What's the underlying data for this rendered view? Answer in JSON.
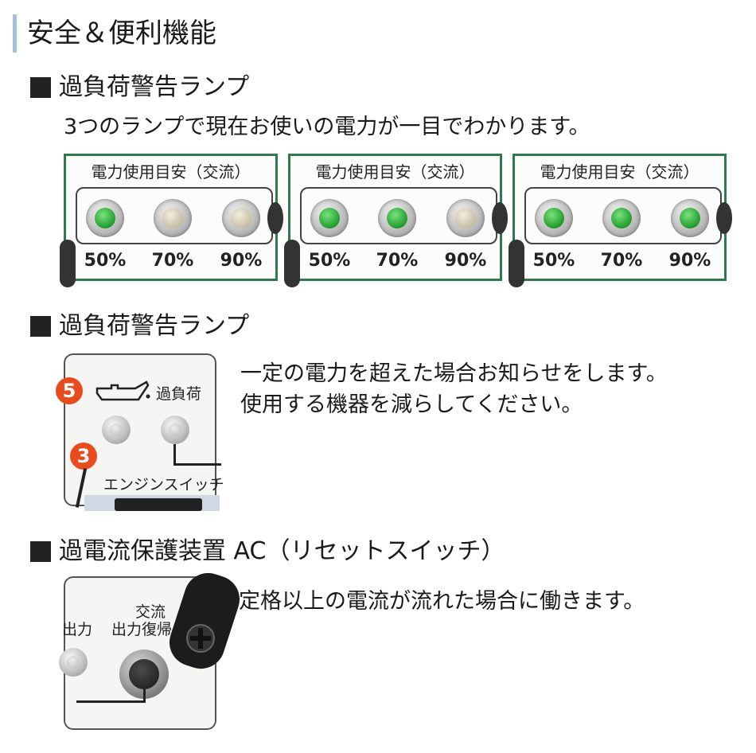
{
  "page": {
    "title": "安全＆便利機能"
  },
  "section1": {
    "title": "過負荷警告ランプ",
    "description": "3つのランプで現在お使いの電力が一目でわかります。",
    "panels": [
      {
        "label": "電力使用目安（交流）",
        "lamps": [
          {
            "pct": "50%",
            "state": "on"
          },
          {
            "pct": "70%",
            "state": "off"
          },
          {
            "pct": "90%",
            "state": "off"
          }
        ]
      },
      {
        "label": "電力使用目安（交流）",
        "lamps": [
          {
            "pct": "50%",
            "state": "on"
          },
          {
            "pct": "70%",
            "state": "on"
          },
          {
            "pct": "90%",
            "state": "off"
          }
        ]
      },
      {
        "label": "電力使用目安（交流）",
        "lamps": [
          {
            "pct": "50%",
            "state": "on"
          },
          {
            "pct": "70%",
            "state": "on"
          },
          {
            "pct": "90%",
            "state": "on"
          }
        ]
      }
    ]
  },
  "section2": {
    "title": "過負荷警告ランプ",
    "description_line1": "一定の電力を超えた場合お知らせをします。",
    "description_line2": "使用する機器を減らしてください。",
    "photo": {
      "badge_top": "5",
      "badge_mid": "3",
      "lamp_label": "過負荷",
      "switch_label": "エンジンスイッチ"
    }
  },
  "section3": {
    "title": "過電流保護装置 AC（リセットスイッチ）",
    "description": "定格以上の電流が流れた場合に働きます。",
    "photo": {
      "left_label": "出力",
      "button_label_line1": "交流",
      "button_label_line2": "出力復帰"
    }
  },
  "colors": {
    "panel_border": "#2e7a4a",
    "lamp_on": "#1f9c2e",
    "badge": "#e84b1c",
    "heading_bar": "#a9bfd9"
  }
}
